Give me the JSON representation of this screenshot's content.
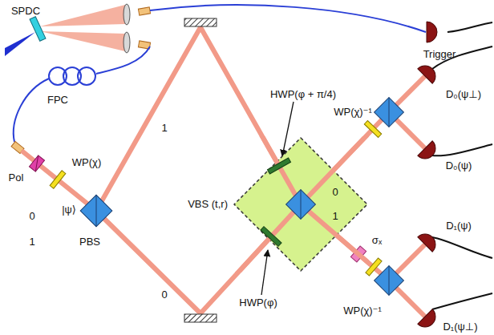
{
  "diagram": {
    "nodes": [
      {
        "text": [
          "VBS (t,r)"
        ]
      }
    ],
    "labels": [
      "SPDC",
      "Trigger",
      "FPC",
      "Pol",
      "WP(χ)",
      "|ψ⟩",
      "0",
      "1",
      "PBS",
      "1",
      "0",
      "HWP(φ + π/4)",
      "HWP(φ)",
      "0",
      "1",
      "WP(χ)⁻¹",
      "D₀(ψ⊥)",
      "D₀(ψ)",
      "σₓ",
      "D₁(ψ)",
      "WP(χ)⁻¹",
      "D₁(ψ⊥)"
    ]
  }
}
